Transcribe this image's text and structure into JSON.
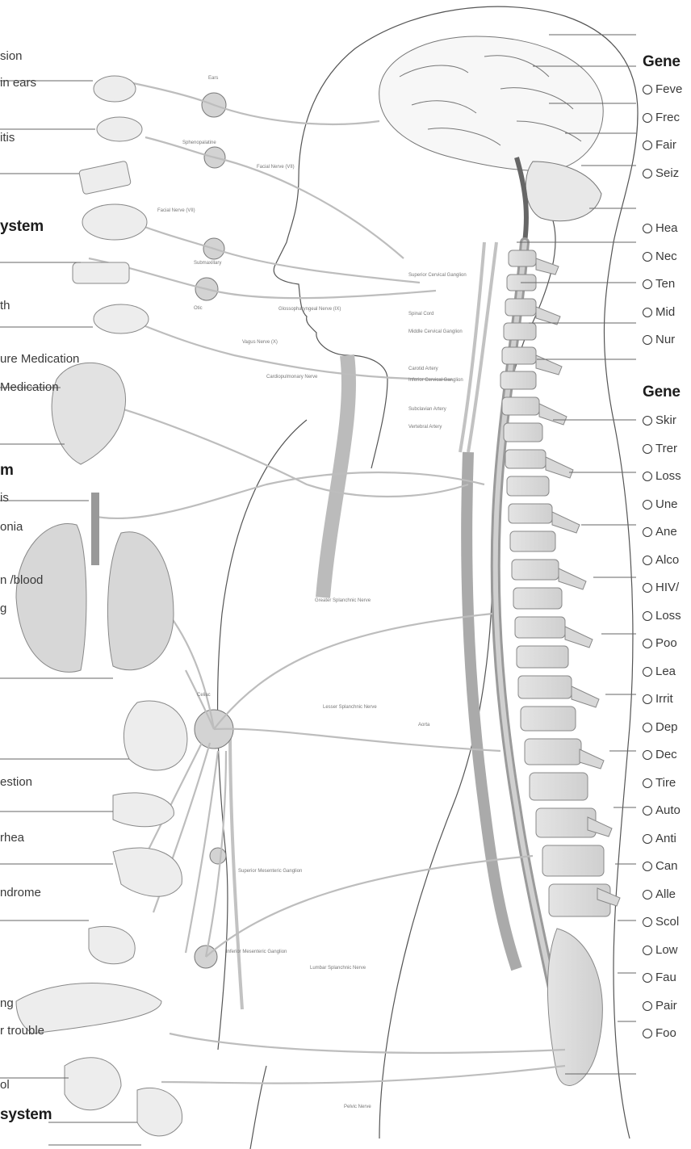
{
  "left_text": [
    {
      "id": "l1",
      "text": "sion"
    },
    {
      "id": "l2",
      "text": "in ears"
    },
    {
      "id": "l3",
      "text": "itis"
    },
    {
      "id": "l4",
      "text": "th"
    },
    {
      "id": "l5",
      "text": "ure Medication"
    },
    {
      "id": "l6",
      "text": "Medication"
    },
    {
      "id": "l7",
      "text": "is"
    },
    {
      "id": "l8",
      "text": "onia"
    },
    {
      "id": "l9",
      "text": "n /blood"
    },
    {
      "id": "l10",
      "text": "g"
    },
    {
      "id": "l11",
      "text": "estion"
    },
    {
      "id": "l12",
      "text": "rhea"
    },
    {
      "id": "l13",
      "text": "ndrome"
    },
    {
      "id": "l14",
      "text": "ng"
    },
    {
      "id": "l15",
      "text": "r trouble"
    },
    {
      "id": "l16",
      "text": "ol"
    }
  ],
  "left_headings": [
    {
      "id": "h1",
      "text": "ystem"
    },
    {
      "id": "h2",
      "text": "m"
    },
    {
      "id": "h3",
      "text": "system"
    }
  ],
  "right_headings": [
    {
      "id": "rh1",
      "text": "Gene"
    },
    {
      "id": "rh2",
      "text": "Gene"
    }
  ],
  "right_checks": [
    {
      "id": "c1",
      "text": "Feve"
    },
    {
      "id": "c2",
      "text": "Frec"
    },
    {
      "id": "c3",
      "text": "Fair"
    },
    {
      "id": "c4",
      "text": "Seiz"
    },
    {
      "id": "c5",
      "text": "Hea"
    },
    {
      "id": "c6",
      "text": "Nec"
    },
    {
      "id": "c7",
      "text": "Ten"
    },
    {
      "id": "c8",
      "text": "Mid"
    },
    {
      "id": "c9",
      "text": "Nur"
    },
    {
      "id": "c10",
      "text": "Skir"
    },
    {
      "id": "c11",
      "text": "Trer"
    },
    {
      "id": "c12",
      "text": "Loss"
    },
    {
      "id": "c13",
      "text": "Une"
    },
    {
      "id": "c14",
      "text": "Ane"
    },
    {
      "id": "c15",
      "text": "Alco"
    },
    {
      "id": "c16",
      "text": "HIV/"
    },
    {
      "id": "c17",
      "text": "Loss"
    },
    {
      "id": "c18",
      "text": "Poo"
    },
    {
      "id": "c19",
      "text": "Lea"
    },
    {
      "id": "c20",
      "text": "Irrit"
    },
    {
      "id": "c21",
      "text": "Dep"
    },
    {
      "id": "c22",
      "text": "Dec"
    },
    {
      "id": "c23",
      "text": "Tire"
    },
    {
      "id": "c24",
      "text": "Auto"
    },
    {
      "id": "c25",
      "text": "Anti"
    },
    {
      "id": "c26",
      "text": "Can"
    },
    {
      "id": "c27",
      "text": "Alle"
    },
    {
      "id": "c28",
      "text": "Scol"
    },
    {
      "id": "c29",
      "text": "Low"
    },
    {
      "id": "c30",
      "text": "Fau"
    },
    {
      "id": "c31",
      "text": "Pair"
    },
    {
      "id": "c32",
      "text": "Foo"
    }
  ],
  "diagram_labels": {
    "ears": "Ears",
    "sphenopalatine": "Sphenopalatine",
    "facial_nerve_top": "Facial Nerve (VII)",
    "facial_nerve_left": "Facial Nerve (VII)",
    "submaxillary": "Submaxillary",
    "otic": "Otic",
    "glossopharyngeal": "Glossopharyngeal Nerve (IX)",
    "vagus": "Vagus Nerve (X)",
    "cardiopulmonary": "Cardiopulmonary Nerve",
    "superior_cervical": "Superior Cervical Ganglion",
    "spinal_cord": "Spinal Cord",
    "middle_cervical": "Middle Cervical Ganglion",
    "carotid_artery": "Carotid Artery",
    "inferior_cervical": "Inferior Cervical Ganglion",
    "subclavian_artery": "Subclavian Artery",
    "vertebral_artery": "Vertebral Artery",
    "greater_splanchnic": "Greater Splanchnic Nerve",
    "celiac": "Celiac",
    "lesser_splanchnic": "Lesser Splanchnic Nerve",
    "aorta": "Aorta",
    "superior_mesenteric": "Superior Mesenteric Ganglion",
    "inferior_mesenteric": "Inferior Mesenteric Ganglion",
    "lumbar_splanchnic": "Lumbar Splanchnic Nerve",
    "pelvic_nerve": "Pelvic Nerve"
  }
}
